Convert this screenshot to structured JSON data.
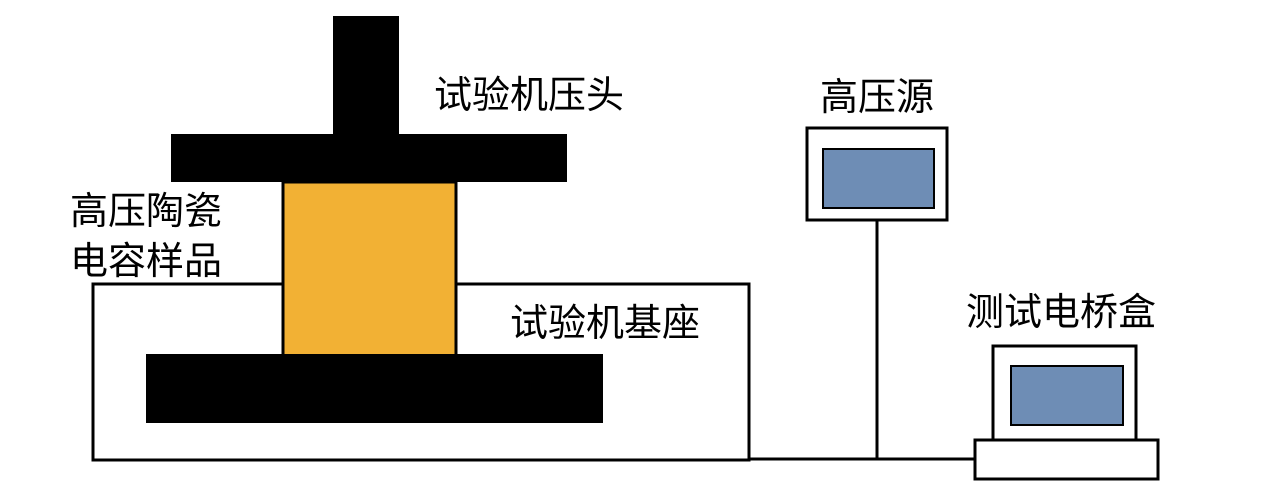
{
  "labels": {
    "press_head": "试验机压头",
    "sample_line1": "高压陶瓷",
    "sample_line2": "电容样品",
    "base": "试验机基座",
    "hv_source": "高压源",
    "bridge_box": "测试电桥盒"
  },
  "colors": {
    "black": "#000000",
    "sample_fill": "#F2B134",
    "screen_fill": "#6E8DB5",
    "outline": "#000000",
    "background": "#FFFFFF"
  }
}
